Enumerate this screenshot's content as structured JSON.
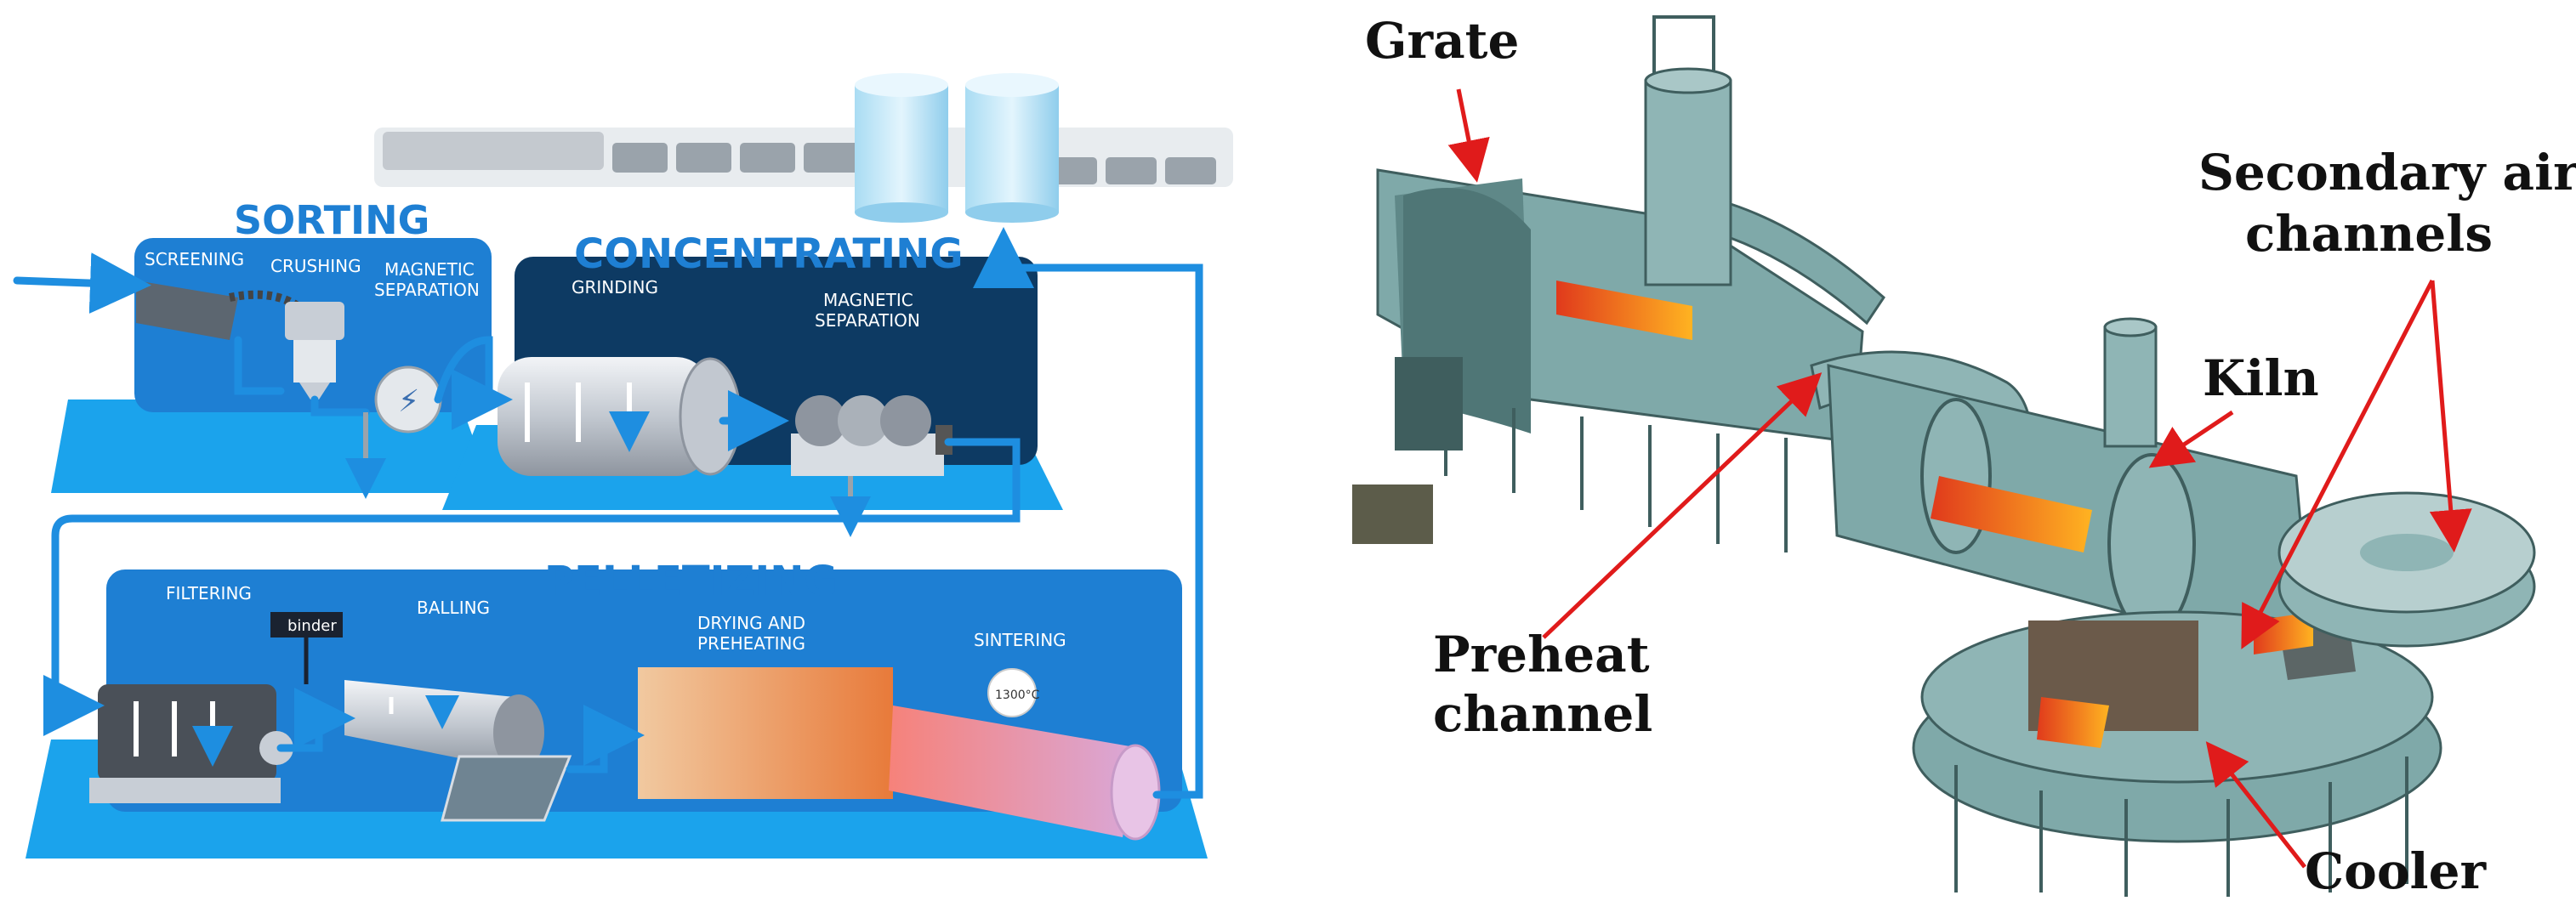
{
  "left_diagram": {
    "sections": {
      "sorting": "SORTING",
      "concentrating": "CONCENTRATING",
      "pelletizing": "PELLETIZING"
    },
    "steps": {
      "screening": "SCREENING",
      "crushing": "CRUSHING",
      "magnetic_separation_1": [
        "MAGNETIC",
        "SEPARATION"
      ],
      "grinding": "GRINDING",
      "magnetic_separation_2": [
        "MAGNETIC",
        "SEPARATION"
      ],
      "filtering": "FILTERING",
      "binder": "binder",
      "balling": "BALLING",
      "drying_preheating": [
        "DRYING AND",
        "PREHEATING"
      ],
      "sintering": "SINTERING",
      "temperature": "1300°C"
    },
    "colors": {
      "stage_blue": "#1e7fd3",
      "light_blue": "#1ba3ec",
      "navy": "#0d3a63",
      "pipe": "#1e8ee0"
    }
  },
  "right_diagram": {
    "labels": {
      "grate": "Grate",
      "secondary_air": [
        "Secondary air",
        "channels"
      ],
      "kiln": "Kiln",
      "preheat": [
        "Preheat",
        "channel"
      ],
      "cooler": "Cooler"
    },
    "colors": {
      "machine": "#7fa9a9",
      "machine_dark": "#4f7676",
      "fire": "#f28c1e",
      "arrow": "#e01b1b"
    }
  }
}
